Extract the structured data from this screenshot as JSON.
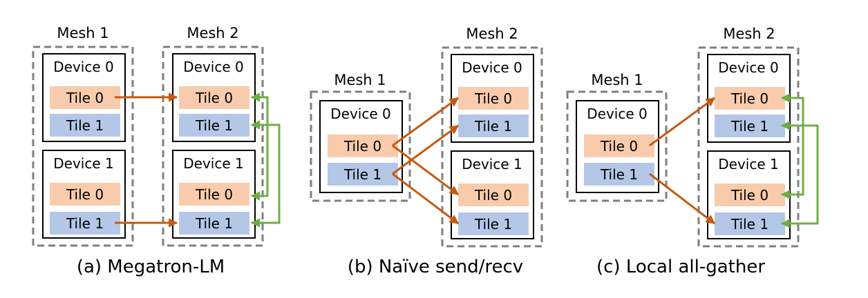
{
  "colors": {
    "tile0": "#f8cbad",
    "tile1": "#b4c7e7",
    "send_arrow": "#c55a11",
    "gather_arrow": "#70ad47",
    "mesh_border": "#7f7f7f"
  },
  "panels": [
    {
      "caption": "(a) Megatron-LM",
      "mesh1": {
        "label": "Mesh 1",
        "devices": [
          {
            "label": "Device 0",
            "tiles": [
              "Tile 0",
              "Tile 1"
            ]
          },
          {
            "label": "Device 1",
            "tiles": [
              "Tile 0",
              "Tile 1"
            ]
          }
        ]
      },
      "mesh2": {
        "label": "Mesh 2",
        "devices": [
          {
            "label": "Device 0",
            "tiles": [
              "Tile 0",
              "Tile 1"
            ]
          },
          {
            "label": "Device 1",
            "tiles": [
              "Tile 0",
              "Tile 1"
            ]
          }
        ]
      }
    },
    {
      "caption": "(b) Naïve send/recv",
      "mesh1": {
        "label": "Mesh 1",
        "devices": [
          {
            "label": "Device 0",
            "tiles": [
              "Tile 0",
              "Tile 1"
            ]
          }
        ]
      },
      "mesh2": {
        "label": "Mesh 2",
        "devices": [
          {
            "label": "Device 0",
            "tiles": [
              "Tile 0",
              "Tile 1"
            ]
          },
          {
            "label": "Device 1",
            "tiles": [
              "Tile 0",
              "Tile 1"
            ]
          }
        ]
      }
    },
    {
      "caption": "(c) Local all-gather",
      "mesh1": {
        "label": "Mesh 1",
        "devices": [
          {
            "label": "Device 0",
            "tiles": [
              "Tile 0",
              "Tile 1"
            ]
          }
        ]
      },
      "mesh2": {
        "label": "Mesh 2",
        "devices": [
          {
            "label": "Device 0",
            "tiles": [
              "Tile 0",
              "Tile 1"
            ]
          },
          {
            "label": "Device 1",
            "tiles": [
              "Tile 0",
              "Tile 1"
            ]
          }
        ]
      }
    }
  ]
}
